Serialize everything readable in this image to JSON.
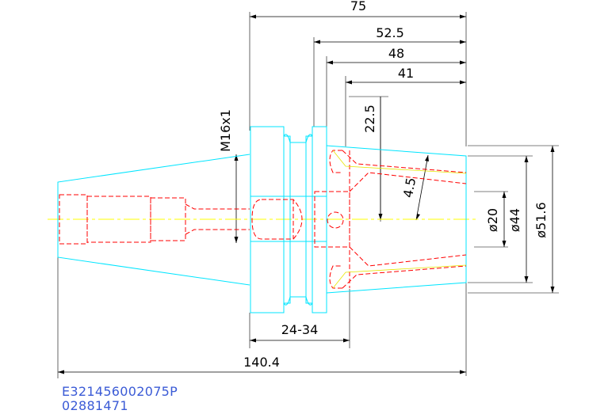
{
  "dimensions": {
    "overall_75": "75",
    "d_52_5": "52.5",
    "d_48": "48",
    "d_41": "41",
    "d_22_5": "22.5",
    "d_4_5": "4.5",
    "thread": "M16x1",
    "range_24_34": "24-34",
    "total_140_4": "140.4",
    "dia_20": "ø20",
    "dia_44": "ø44",
    "dia_51_6": "ø51.6"
  },
  "codes": {
    "part_number": "E321456002075P",
    "order_number": "02881471"
  },
  "colors": {
    "outline": "#00e5ff",
    "hidden": "#ff0000",
    "centerline": "#ffff00",
    "dimension": "#000000",
    "code_text": "#3b5bd6"
  }
}
